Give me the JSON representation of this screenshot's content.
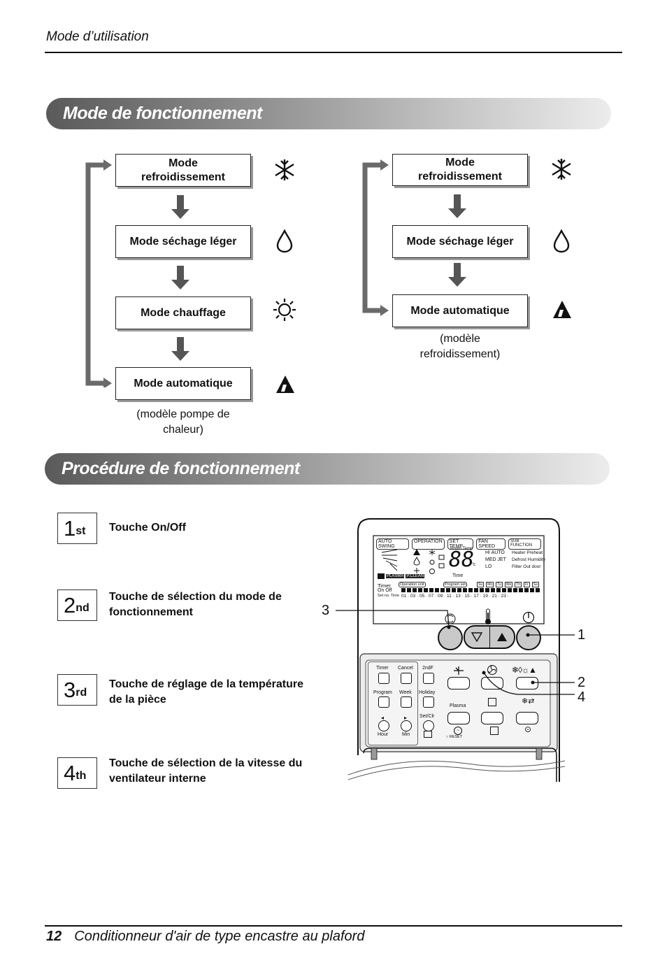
{
  "header": {
    "section": "Mode d’utilisation"
  },
  "banners": {
    "mode": "Mode de fonctionnement",
    "procedure": "Procédure de fonctionnement"
  },
  "heat_pump": {
    "modes": [
      "Mode\nrefroidissement",
      "Mode séchage léger",
      "Mode chauffage",
      "Mode automatique"
    ],
    "caption": "(modèle pompe de\nchaleur)"
  },
  "cooling_only": {
    "modes": [
      "Mode\nrefroidissement",
      "Mode séchage léger",
      "Mode automatique"
    ],
    "caption": "(modèle\nrefroidissement)"
  },
  "icons": {
    "cool": "snowflake-icon",
    "dry": "droplet-icon",
    "heat": "sun-icon",
    "auto": "auto-mode-icon"
  },
  "steps": [
    {
      "num": "1",
      "suffix": "st",
      "text": "Touche On/Off"
    },
    {
      "num": "2",
      "suffix": "nd",
      "text": "Touche de sélection du mode de\nfonctionnement"
    },
    {
      "num": "3",
      "suffix": "rd",
      "text": "Touche de réglage de la température\nde la pièce"
    },
    {
      "num": "4",
      "suffix": "th",
      "text": "Touche de sélection de la vitesse du\nventilateur interne"
    }
  ],
  "remote": {
    "tabs": [
      "AUTO SWING",
      "OPERATION",
      "SET TEMP",
      "FAN SPEED",
      "SUB FUNCTION"
    ],
    "room_temp": "Room Temp",
    "digits": "88",
    "celsius": "°c",
    "fan_labels": [
      "HI",
      "AUTO",
      "MED",
      "JET",
      "LO"
    ],
    "sub_labels": [
      "Heater",
      "Preheat",
      "Defrost",
      "Humidity",
      "Filter",
      "Out door"
    ],
    "plasma_label": "PLASMA",
    "clean_label": "P.CLEAN",
    "time_label": "Time",
    "timer_label": "Timer",
    "onoff_label": "On  Off",
    "setno_label": "Set no.  Time",
    "operation_unit": "Operation unit",
    "program_set": "Program set",
    "days": [
      "Su",
      "Mo",
      "Tu",
      "We",
      "Th",
      "Fr",
      "Sa"
    ],
    "hours": "01 · 03 · 05 · 07 · 09 · 11 · 13 · 15 · 17 · 19 · 21 · 23 ·",
    "panel_labels": {
      "timer": "Timer",
      "cancel": "Cancel",
      "second": "2ndF",
      "program": "Program",
      "week": "Week",
      "holiday": "Holiday",
      "setclr": "Set/Clr",
      "hour": "Hour",
      "min": "Min",
      "plasma": "Plasma",
      "reset": "RESET"
    }
  },
  "callouts": [
    "3",
    "1",
    "2",
    "4"
  ],
  "footer": {
    "page": "12",
    "title": "Conditionneur d'air de type encastre au plaford"
  }
}
